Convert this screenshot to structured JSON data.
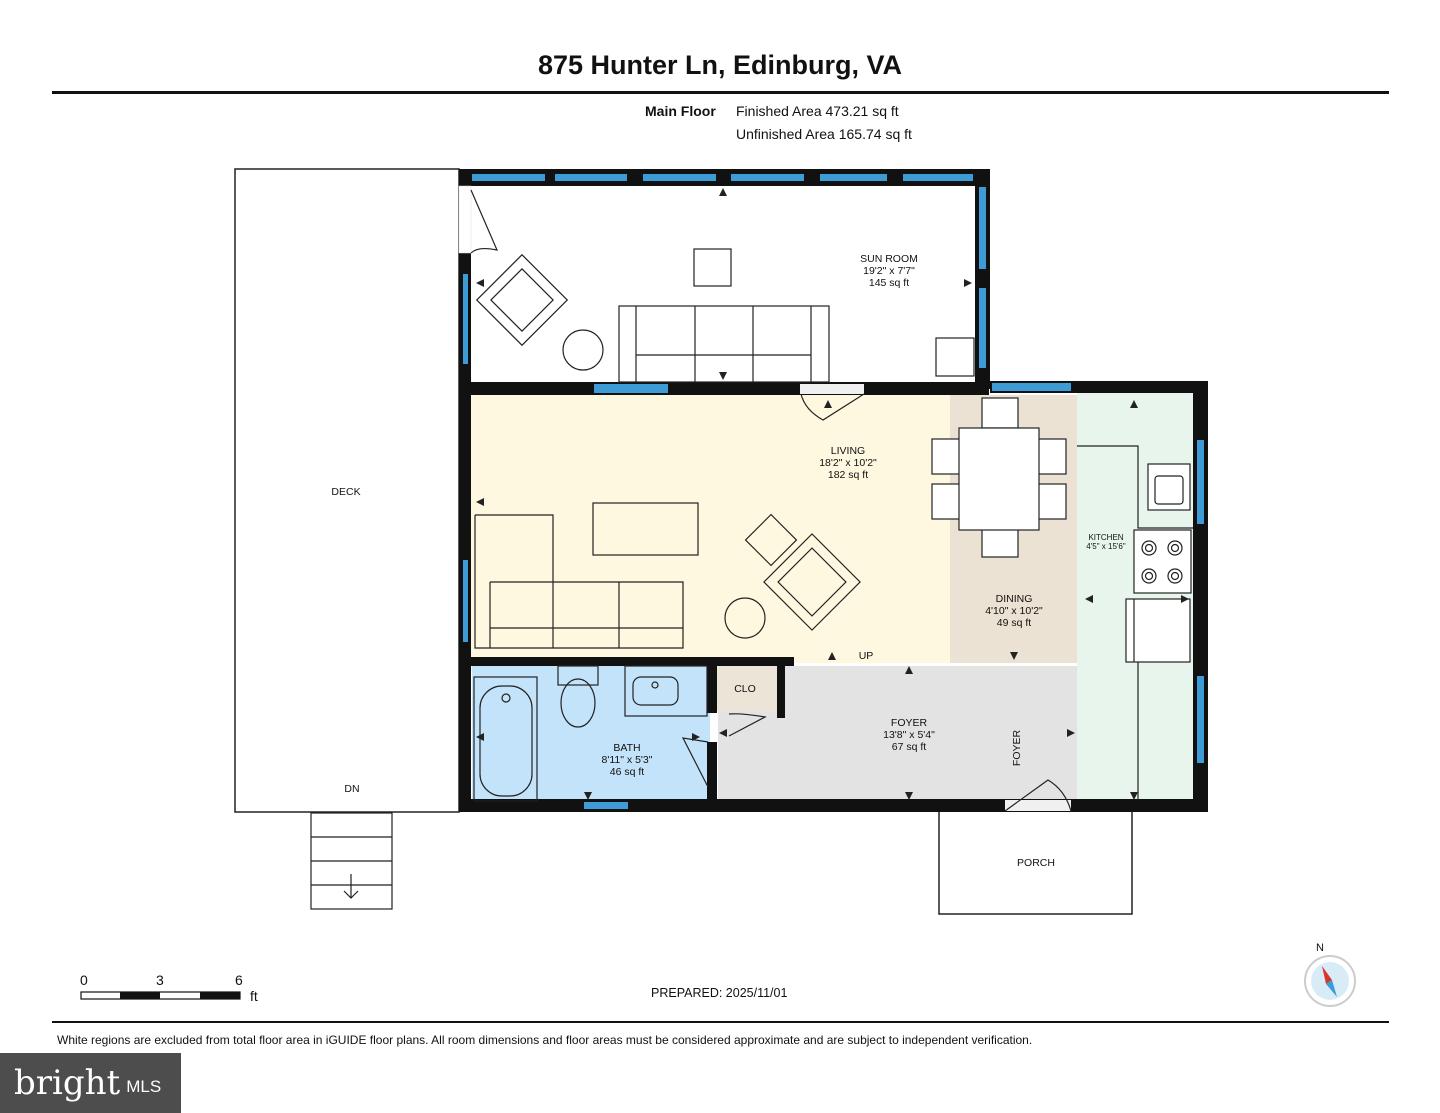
{
  "title": "875 Hunter Ln, Edinburg, VA",
  "floor": {
    "name": "Main Floor",
    "finished": "Finished Area 473.21 sq ft",
    "unfinished": "Unfinished Area 165.74 sq ft"
  },
  "rooms": {
    "sunroom": {
      "name": "SUN ROOM",
      "dims": "19'2\" x 7'7\"",
      "area": "145 sq ft"
    },
    "living": {
      "name": "LIVING",
      "dims": "18'2\" x 10'2\"",
      "area": "182 sq ft"
    },
    "dining": {
      "name": "DINING",
      "dims": "4'10\" x 10'2\"",
      "area": "49 sq ft"
    },
    "kitchen": {
      "name": "KITCHEN",
      "dims": "4'5\" x 15'6\""
    },
    "bath": {
      "name": "BATH",
      "dims": "8'11\" x 5'3\"",
      "area": "46 sq ft"
    },
    "foyer": {
      "name": "FOYER",
      "dims": "13'8\" x 5'4\"",
      "area": "67 sq ft"
    },
    "foyer_vertical": "FOYER",
    "closet": "CLO",
    "deck": "DECK",
    "porch": "PORCH",
    "deck_down": "DN",
    "stairs_up": "UP"
  },
  "scale": {
    "ticks": [
      "0",
      "3",
      "6"
    ],
    "unit": "ft"
  },
  "compass": "N",
  "prepared": "PREPARED: 2025/11/01",
  "disclaimer": "White regions are excluded from total floor area in iGUIDE floor plans. All room dimensions and floor areas must be considered approximate and are subject to independent verification.",
  "logo": {
    "brand": "bright",
    "mls": "MLS"
  },
  "colors": {
    "wall": "#111111",
    "window": "#3d9bd6",
    "living": "#fdf8df",
    "dining": "#ece2d3",
    "kitchen": "#e7f5ec",
    "bath": "#c3e3fa",
    "foyer": "#e3e3e3",
    "closet": "#ede4d8"
  }
}
